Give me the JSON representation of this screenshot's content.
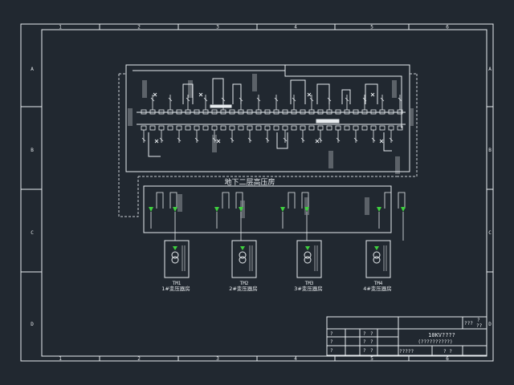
{
  "colors": {
    "background": "#212830",
    "line": "#e8ecef",
    "dash": "#c9ced3",
    "fuse": "#3fd23f"
  },
  "frame": {
    "column_markers": [
      "1",
      "2",
      "3",
      "4",
      "5",
      "6"
    ],
    "row_markers": [
      "A",
      "B",
      "C",
      "D"
    ]
  },
  "diagram": {
    "room_label": "地下二层高压房",
    "transformers": [
      {
        "name": "TM1",
        "room": "1#变压器房"
      },
      {
        "name": "TM2",
        "room": "2#变压器房"
      },
      {
        "name": "TM3",
        "room": "3#变压器房"
      },
      {
        "name": "TM4",
        "room": "4#变压器房"
      }
    ]
  },
  "title_block": {
    "project_title": "10KV????",
    "subtitle": "(??????????)",
    "corner_code": "???",
    "corner_num": "?",
    "corner_num2": "??",
    "small_cells": [
      "?",
      "?",
      "?",
      "?",
      "?",
      "?",
      "?",
      "?",
      "?"
    ],
    "bottom_left": "?????",
    "bottom_right": "? ?"
  }
}
